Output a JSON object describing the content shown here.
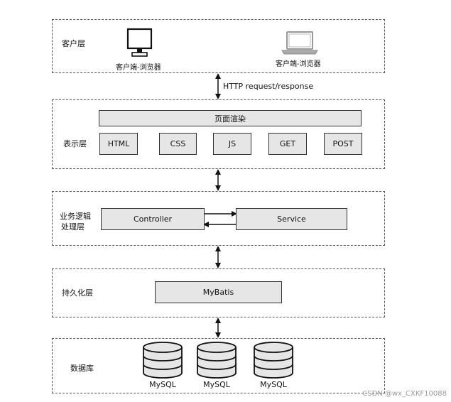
{
  "layers": {
    "client": "客户层",
    "presentation": "表示层",
    "business_line1": "业务逻辑",
    "business_line2": "处理层",
    "persistence": "持久化层",
    "database": "数据库"
  },
  "client": {
    "desktop_caption": "客户端-浏览器",
    "laptop_caption": "客户端-浏览器"
  },
  "http_label": "HTTP request/response",
  "presentation": {
    "render_bar": "页面渲染",
    "items": [
      "HTML",
      "CSS",
      "JS",
      "GET",
      "POST"
    ]
  },
  "business": {
    "controller": "Controller",
    "service": "Service"
  },
  "persistence": {
    "mybatis": "MyBatis"
  },
  "database": {
    "dbs": [
      "MySQL",
      "MySQL",
      "MySQL"
    ]
  },
  "watermark": "CSDN @wx_CXKF10088",
  "colors": {
    "box_fill": "#e6e6e6",
    "border": "#333333",
    "dashed": "#555555"
  }
}
